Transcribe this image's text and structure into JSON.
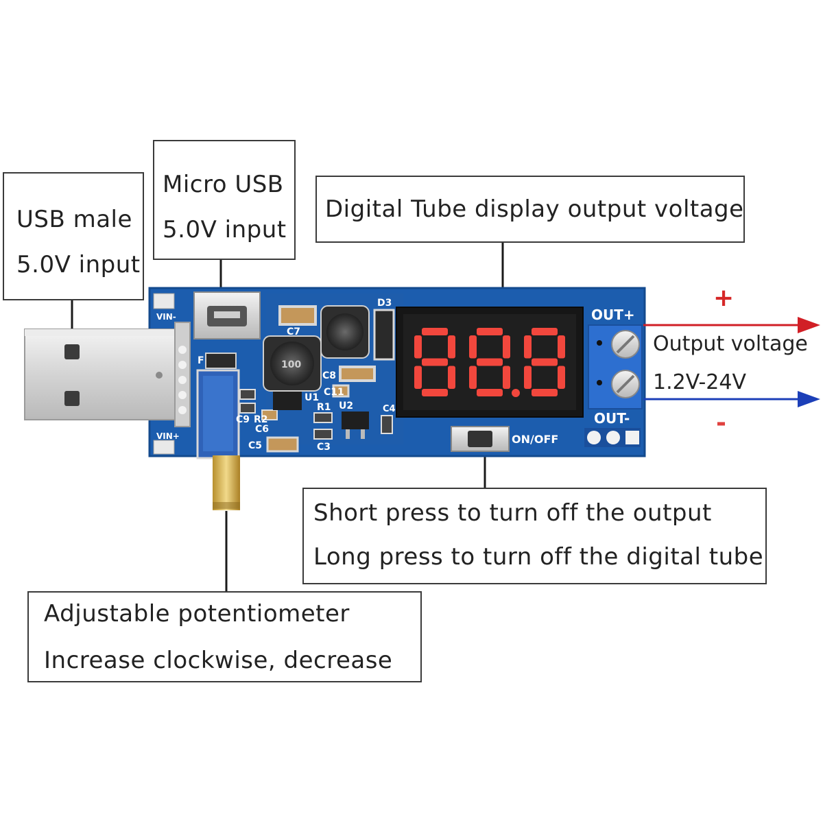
{
  "callouts": {
    "usb_male": {
      "line1": "USB male",
      "line2": "5.0V input"
    },
    "micro_usb": {
      "line1": "Micro USB",
      "line2": "5.0V input"
    },
    "digital_tube": {
      "line1": "Digital Tube display output voltage"
    },
    "button": {
      "line1": "Short press to turn off the output",
      "line2": "Long press to turn off the digital tube"
    },
    "potentiometer": {
      "line1": "Adjustable potentiometer",
      "line2": "Increase clockwise, decrease"
    }
  },
  "output": {
    "plus": "+",
    "minus": "-",
    "label1": "Output voltage",
    "label2": "1.2V-24V"
  },
  "display": {
    "value": "88.8",
    "color": "#f2473d"
  },
  "board": {
    "pcb_color": "#1b5fb0",
    "silkscreen": {
      "out_plus": "OUT+",
      "out_minus": "OUT-",
      "vin_minus": "VIN-",
      "vin_plus": "VIN+",
      "on_off": "ON/OFF",
      "d3": "D3",
      "c7": "C7",
      "c8": "C8",
      "c11": "C11",
      "u1": "U1",
      "u2": "U2",
      "c9": "C9",
      "r2": "R2",
      "c6": "C6",
      "c5": "C5",
      "r1": "R1",
      "c3": "C3",
      "c4": "C4",
      "f": "F"
    },
    "inductor_marking": "100"
  },
  "colors": {
    "plus_arrow": "#d11f26",
    "minus_arrow": "#1c3fb8",
    "plus_sign": "#d62828",
    "minus_sign": "#e0413f"
  }
}
